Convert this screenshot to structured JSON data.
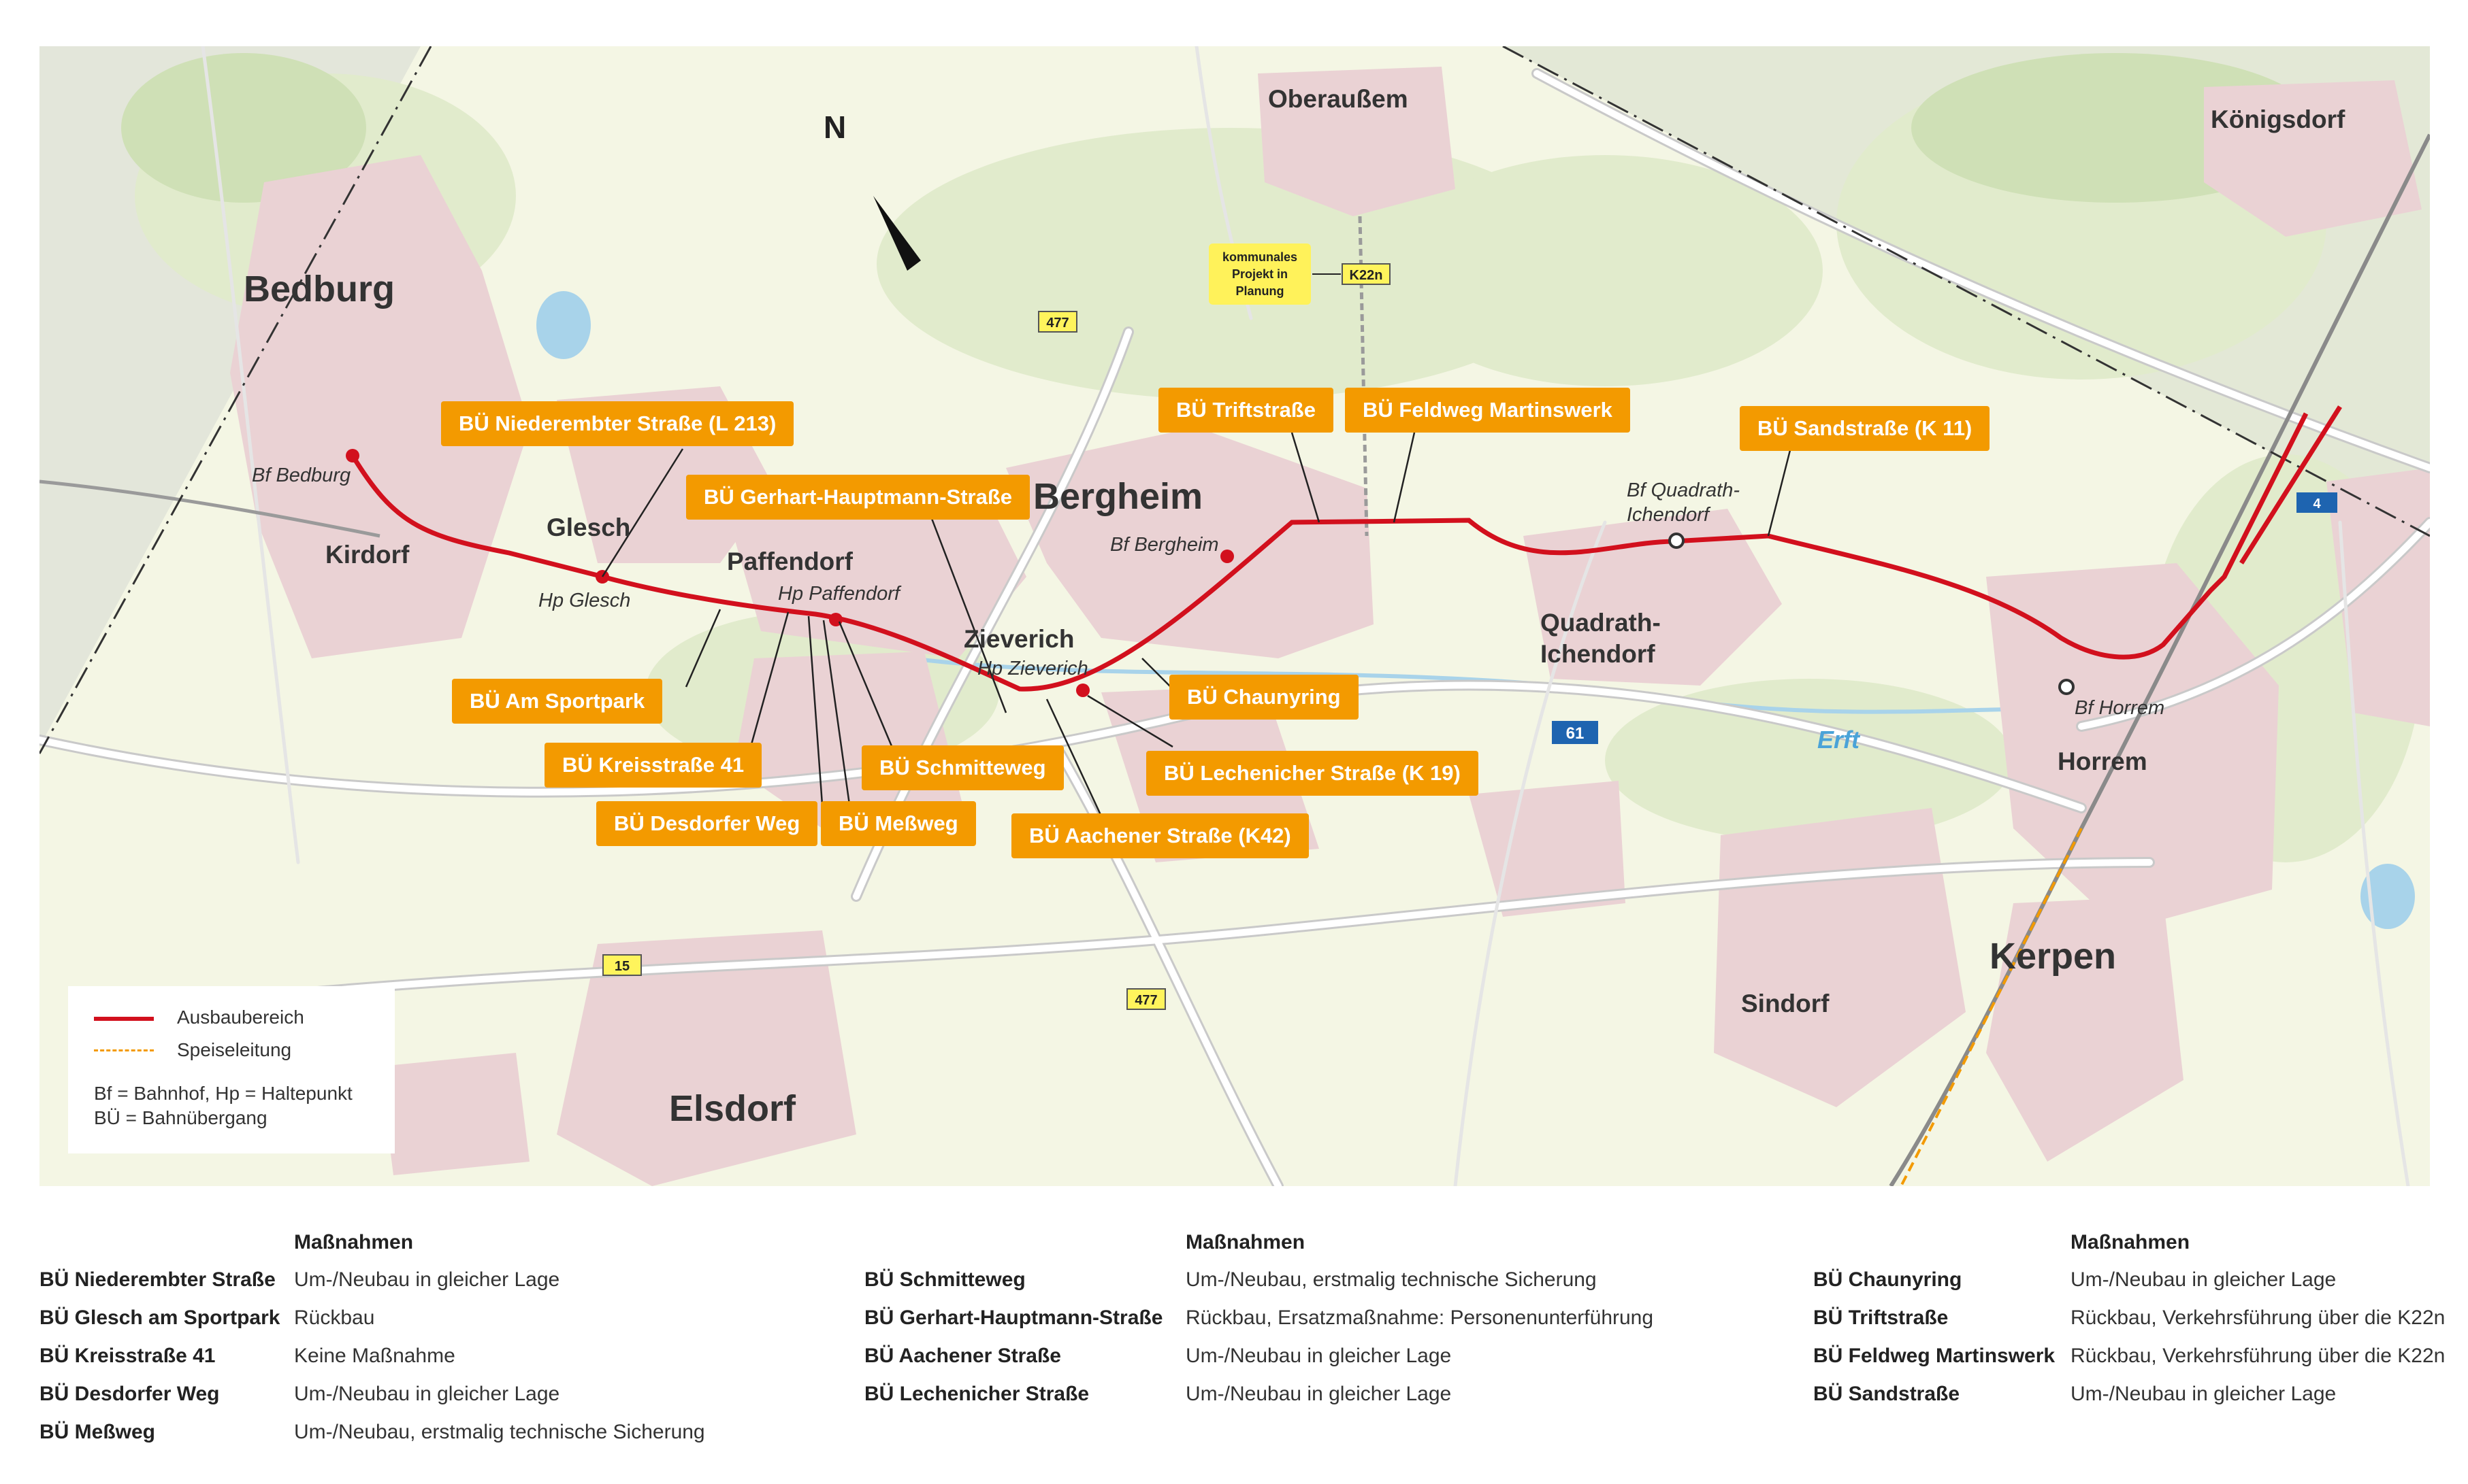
{
  "places": {
    "bedburg": "Bedburg",
    "kirdorf": "Kirdorf",
    "glesch": "Glesch",
    "paffendorf": "Paffendorf",
    "bergheim": "Bergheim",
    "zieverich": "Zieverich",
    "oberaussem": "Oberaußem",
    "koenigsdorf": "Königsdorf",
    "quadrath": "Quadrath-",
    "ichendorf": "Ichendorf",
    "horrem": "Horrem",
    "kerpen": "Kerpen",
    "sindorf": "Sindorf",
    "elsdorf": "Elsdorf",
    "erft": "Erft"
  },
  "stations": {
    "bf_bedburg": "Bf Bedburg",
    "hp_glesch": "Hp Glesch",
    "hp_paffendorf": "Hp Paffendorf",
    "bf_bergheim": "Bf Bergheim",
    "hp_zieverich": "Hp Zieverich",
    "bf_quadrath_1": "Bf Quadrath-",
    "bf_quadrath_2": "Ichendorf",
    "bf_horrem": "Bf Horrem"
  },
  "roads": {
    "r477a": "477",
    "r477b": "477",
    "r15": "15",
    "r61": "61",
    "r4": "4",
    "k22n": "K22n"
  },
  "north": "N",
  "project_note": [
    "kommunales",
    "Projekt in",
    "Planung"
  ],
  "callouts": {
    "niederembter": "BÜ Niederembter Straße (L 213)",
    "gerhart": "BÜ Gerhart-Hauptmann-Straße",
    "triftstrasse": "BÜ Triftstraße",
    "feldweg": "BÜ Feldweg Martinswerk",
    "sandstrasse": "BÜ Sandstraße (K 11)",
    "sportpark": "BÜ Am Sportpark",
    "kreisstrasse": "BÜ Kreisstraße 41",
    "schmitteweg": "BÜ Schmitteweg",
    "desdorfer": "BÜ Desdorfer Weg",
    "messweg": "BÜ Meßweg",
    "aachener": "BÜ Aachener Straße (K42)",
    "chaunyring": "BÜ Chaunyring",
    "lechenicher": "BÜ Lechenicher Straße (K 19)"
  },
  "legend": {
    "ausbau": "Ausbaubereich",
    "speise": "Speiseleitung",
    "abbr1": "Bf = Bahnhof, Hp = Haltepunkt",
    "abbr2": "BÜ = Bahnübergang"
  },
  "colors": {
    "route": "#d2101d",
    "callout": "#f39a00",
    "speise": "#f39a00",
    "town": "#ead2d4",
    "green": "#e6efd3",
    "field": "#f4f6e4"
  },
  "measures": {
    "header": "Maßnahmen",
    "col1": [
      {
        "name": "BÜ Niederembter Straße",
        "action": "Um-/Neubau in gleicher Lage"
      },
      {
        "name": "BÜ Glesch am Sportpark",
        "action": "Rückbau"
      },
      {
        "name": "BÜ Kreisstraße 41",
        "action": "Keine Maßnahme"
      },
      {
        "name": "BÜ Desdorfer Weg",
        "action": "Um-/Neubau in gleicher Lage"
      },
      {
        "name": "BÜ Meßweg",
        "action": "Um-/Neubau, erstmalig technische Sicherung"
      }
    ],
    "col2": [
      {
        "name": "BÜ Schmitteweg",
        "action": "Um-/Neubau, erstmalig technische Sicherung"
      },
      {
        "name": "BÜ Gerhart-Hauptmann-Straße",
        "action": "Rückbau, Ersatzmaßnahme: Personenunterführung"
      },
      {
        "name": "BÜ Aachener Straße",
        "action": "Um-/Neubau in gleicher Lage"
      },
      {
        "name": "BÜ Lechenicher Straße",
        "action": "Um-/Neubau in gleicher Lage"
      }
    ],
    "col3": [
      {
        "name": "BÜ Chaunyring",
        "action": "Um-/Neubau in gleicher Lage"
      },
      {
        "name": "BÜ Triftstraße",
        "action": "Rückbau, Verkehrsführung über die K22n"
      },
      {
        "name": "BÜ Feldweg Martinswerk",
        "action": "Rückbau, Verkehrsführung über die K22n"
      },
      {
        "name": "BÜ Sandstraße",
        "action": "Um-/Neubau in gleicher Lage"
      }
    ]
  }
}
